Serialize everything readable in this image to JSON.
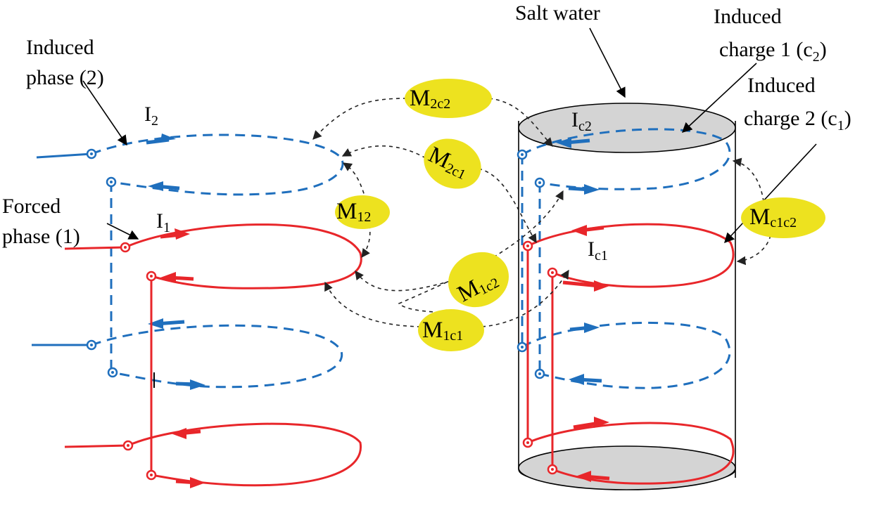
{
  "labels": {
    "salt_water": "Salt water",
    "induced_phase_line1": "Induced",
    "induced_phase_line2": "phase (2)",
    "forced_phase_line1": "Forced",
    "forced_phase_line2": "phase (1)",
    "induced_charge1_line1": "Induced",
    "induced_charge1_line2": "charge 1 (c",
    "induced_charge1_sub": "2",
    "induced_charge1_end": ")",
    "induced_charge2_line1": "Induced",
    "induced_charge2_line2": "charge 2 (c",
    "induced_charge2_sub": "1",
    "induced_charge2_end": ")"
  },
  "currents": {
    "I2": {
      "main": "I",
      "sub": "2"
    },
    "I1": {
      "main": "I",
      "sub": "1"
    },
    "Ic2": {
      "main": "I",
      "sub": "c2"
    },
    "Ic1": {
      "main": "I",
      "sub": "c1"
    }
  },
  "mutual_inductances": {
    "M2c2": {
      "main": "M",
      "sub": "2c2"
    },
    "M2c1": {
      "main": "M",
      "sub": "2c1"
    },
    "M12": {
      "main": "M",
      "sub": "12"
    },
    "Mc1c2": {
      "main": "M",
      "sub": "c1c2"
    },
    "M1c2": {
      "main": "M",
      "sub": "1c2"
    },
    "M1c1": {
      "main": "M",
      "sub": "1c1"
    }
  },
  "colors": {
    "induced_phase": "#1f6fbd",
    "forced_phase": "#e8262a",
    "coupling": "#222222",
    "label_bubble": "#ede21f",
    "cylinder_cap": "#d4d4d4"
  }
}
